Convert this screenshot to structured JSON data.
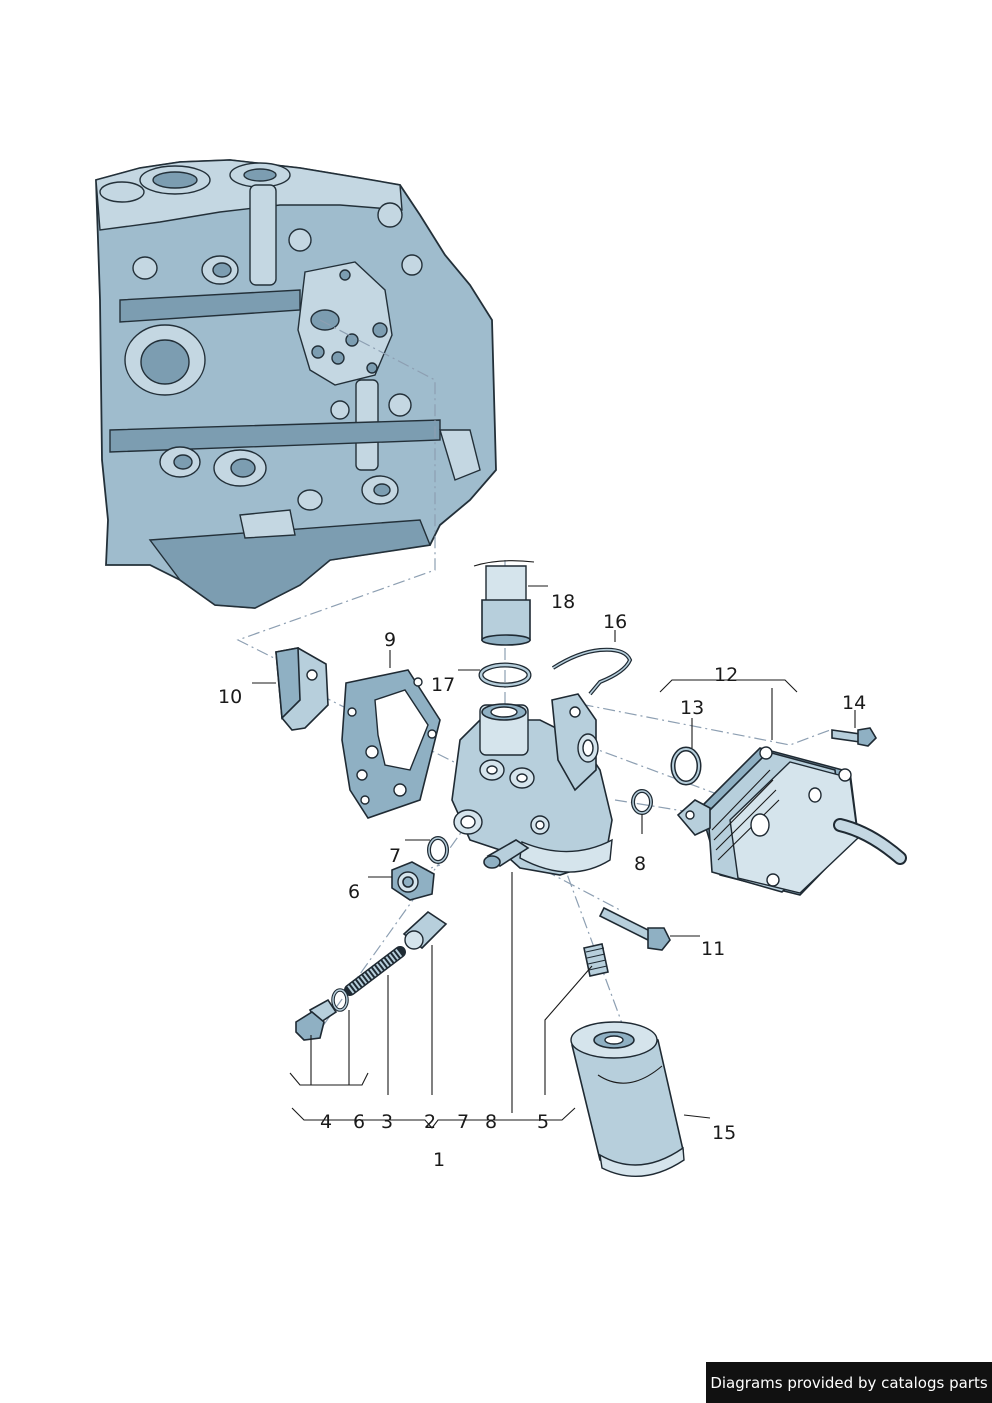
{
  "diagram": {
    "labels": {
      "l1": "1",
      "l2": "2",
      "l3": "3",
      "l4": "4",
      "l5": "5",
      "l6a": "6",
      "l6b": "6",
      "l7a": "7",
      "l7b": "7",
      "l8a": "8",
      "l8b": "8",
      "l9": "9",
      "l10": "10",
      "l11": "11",
      "l12": "12",
      "l13": "13",
      "l14": "14",
      "l15": "15",
      "l16": "16",
      "l17": "17",
      "l18": "18"
    }
  },
  "credit": "Diagrams provided by catalogs parts"
}
